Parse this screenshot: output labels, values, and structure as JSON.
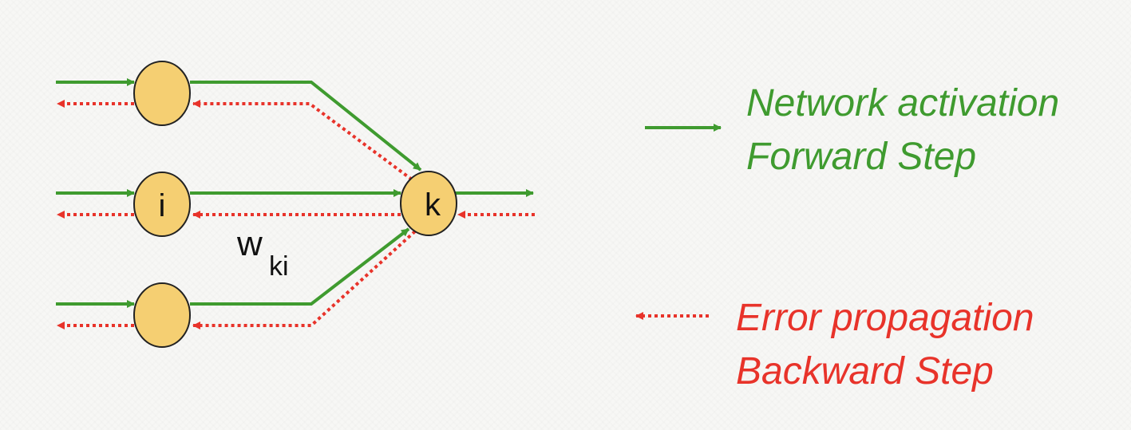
{
  "colors": {
    "forward": "#3f9b2f",
    "backward": "#e8332a",
    "node_fill": "#f5cf72",
    "node_stroke": "#222222"
  },
  "nodes": {
    "top": "",
    "middle": "i",
    "bottom": "",
    "output": "k"
  },
  "weight": {
    "main": "w",
    "subscript": "ki"
  },
  "legend": {
    "forward": {
      "line1": "Network activation",
      "line2": "Forward Step"
    },
    "backward": {
      "line1": "Error propagation",
      "line2": "Backward Step"
    }
  }
}
